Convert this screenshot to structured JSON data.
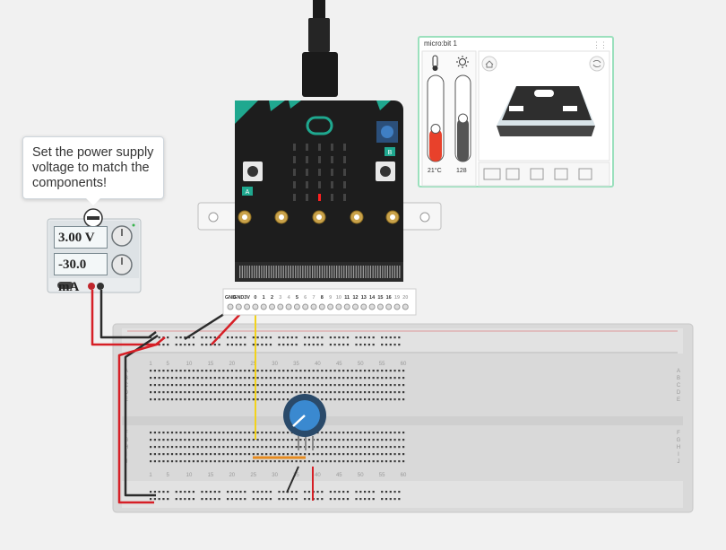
{
  "tooltip": {
    "text": "Set the power supply voltage to match the components!"
  },
  "power_supply": {
    "voltage": "3.00 V",
    "current": "-30.0 mA"
  },
  "microbit_panel": {
    "title": "micro:bit 1",
    "temperature_label": "21°C",
    "temperature_level": 0.38,
    "light_label": "128",
    "light_level": 0.5
  },
  "microbit": {
    "button_a": "A",
    "button_b": "B",
    "pins": [
      "GND",
      "GND",
      "3V",
      "0",
      "1",
      "2",
      "3",
      "4",
      "5",
      "6",
      "7",
      "8",
      "9",
      "10",
      "11",
      "12",
      "13",
      "14",
      "15",
      "16",
      "19",
      "20"
    ]
  },
  "breadboard": {
    "column_numbers": [
      "1",
      "5",
      "10",
      "15",
      "20",
      "25",
      "30",
      "35",
      "40",
      "45",
      "50",
      "55",
      "60"
    ],
    "rows_top": [
      "A",
      "B",
      "C",
      "D",
      "E"
    ],
    "rows_bottom": [
      "F",
      "G",
      "H",
      "I",
      "J"
    ]
  },
  "colors": {
    "wire_red": "#d61f26",
    "wire_black": "#2b2b2b",
    "wire_yellow": "#f2d21b",
    "wire_orange": "#e58a1f",
    "microbit_teal": "#1fa88f",
    "panel_border": "#9be0bd"
  }
}
